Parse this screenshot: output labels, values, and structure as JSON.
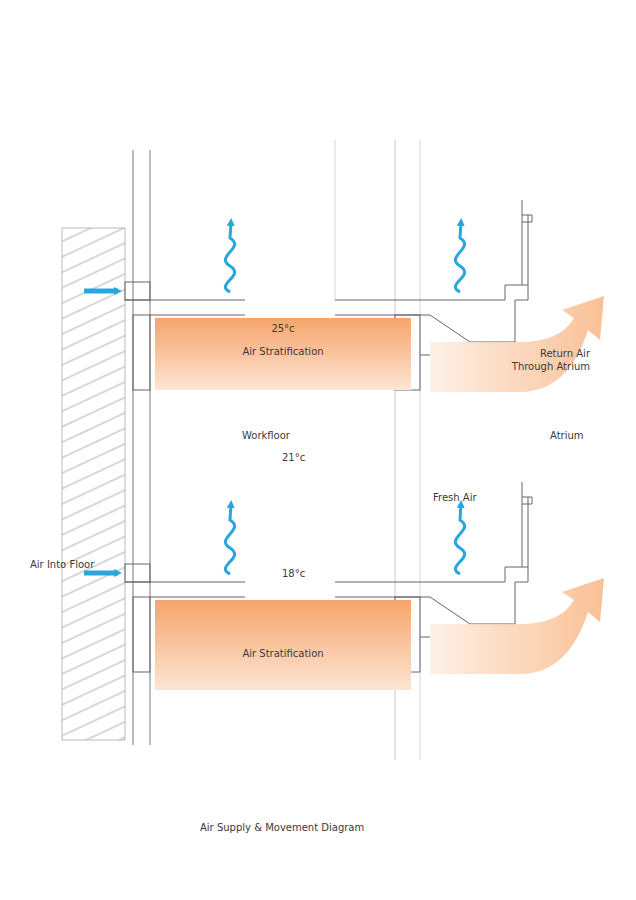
{
  "diagram": {
    "caption": "Air Supply & Movement Diagram",
    "nodes": [
      {
        "text": [
          "25°c",
          "Air Stratification"
        ]
      },
      {
        "text": [
          "Air Stratification"
        ]
      }
    ],
    "labels": [
      "Workfloor",
      "21°c",
      "18°c",
      "Air Into Floor",
      "Return Air Through Atrium",
      "Atrium",
      "Fresh Air"
    ]
  }
}
